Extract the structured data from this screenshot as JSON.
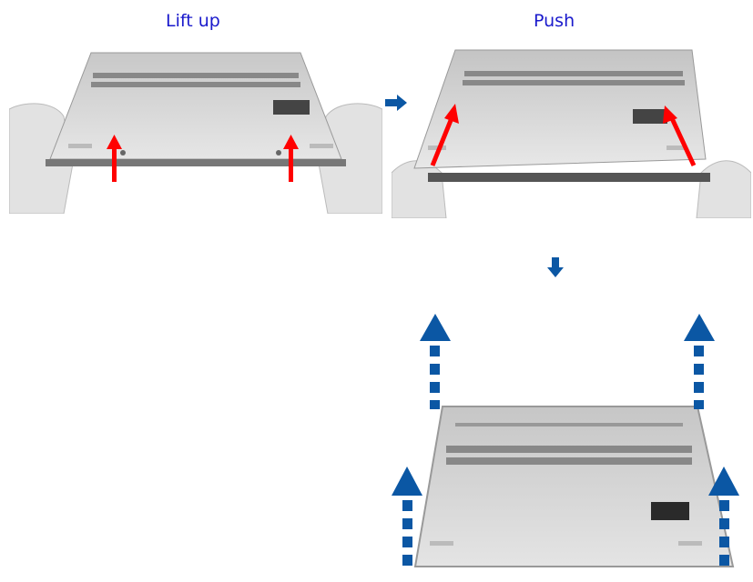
{
  "steps": [
    {
      "caption": "Lift up",
      "action": "lift-up"
    },
    {
      "caption": "Push",
      "action": "push"
    },
    {
      "caption": "",
      "action": "remove-cover"
    }
  ],
  "flow_arrows": [
    {
      "direction": "right",
      "from": "step-1",
      "to": "step-2"
    },
    {
      "direction": "down",
      "from": "step-2",
      "to": "step-3"
    }
  ],
  "colors": {
    "caption": "#1a1acc",
    "red_arrow": "#ff0000",
    "blue_arrow": "#0b57a4",
    "laptop_body": "#d4d4d4",
    "label_sticker": "#2a2a2a"
  }
}
